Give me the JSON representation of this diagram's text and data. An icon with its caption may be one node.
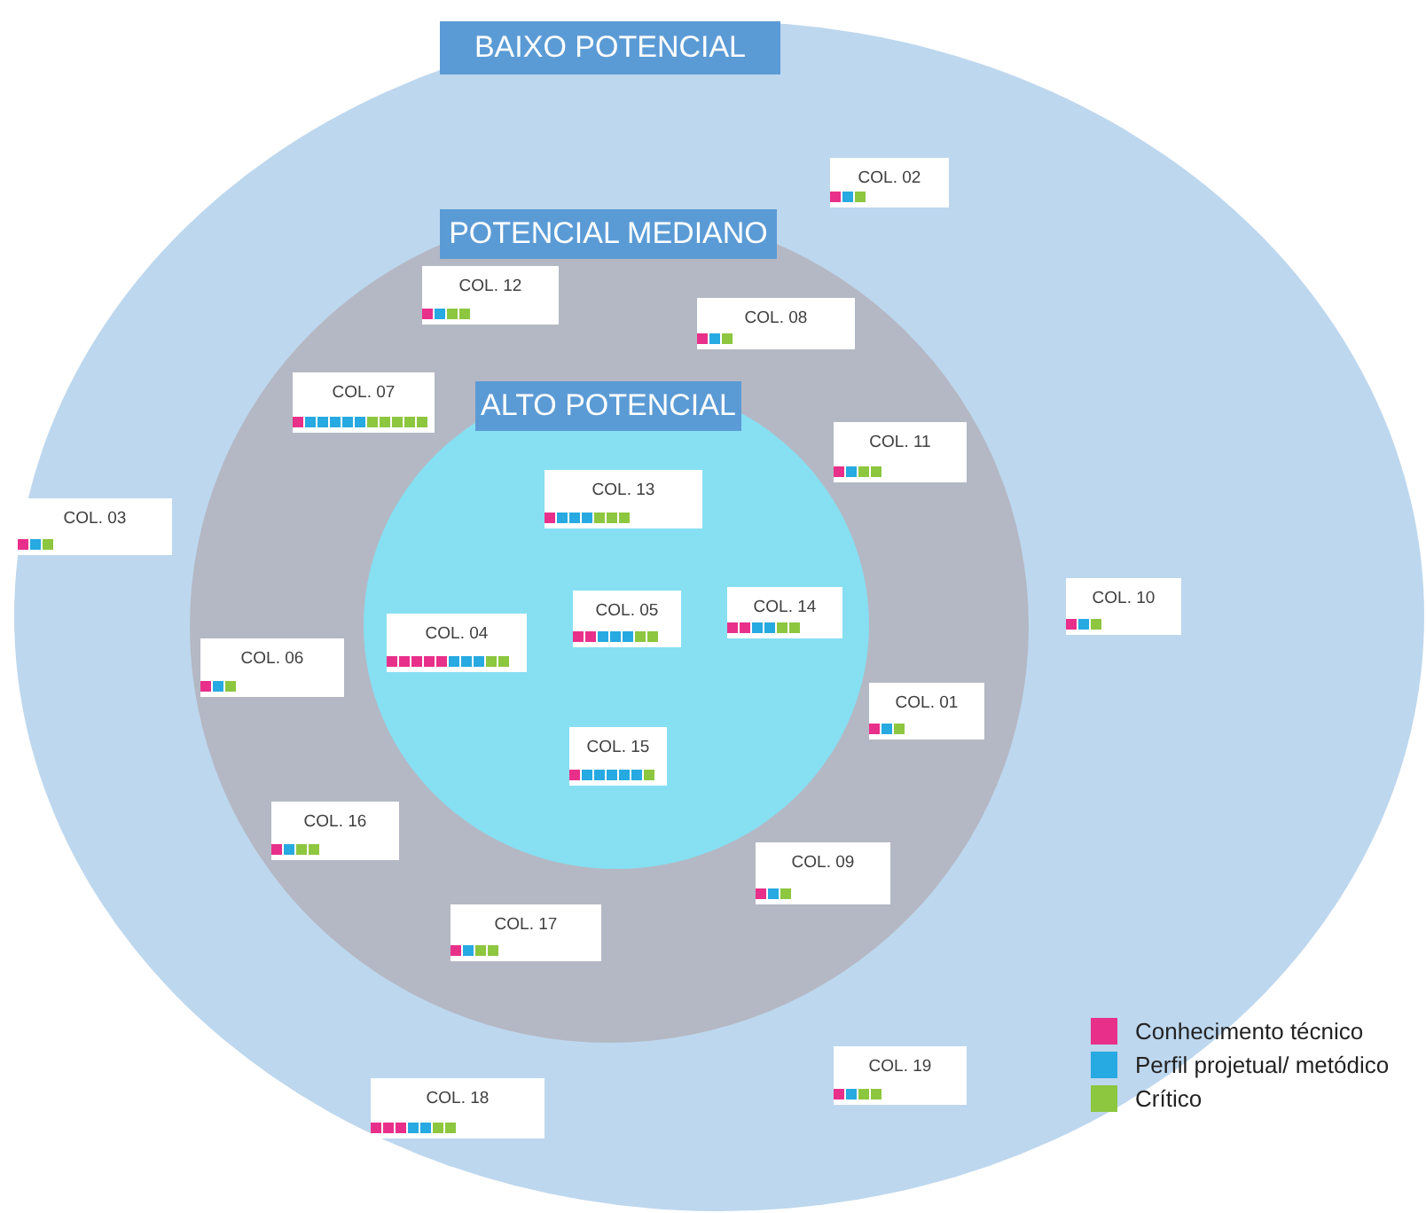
{
  "diagram": {
    "nodes": [
      {
        "text": [
          "BAIXO POTENCIAL"
        ]
      },
      {
        "text": [
          "POTENCIAL MEDIANO"
        ],
        "in": 0
      },
      {
        "text": [
          "ALTO POTENCIAL"
        ],
        "in": 1
      },
      {
        "text": [
          "COL. 02"
        ],
        "in": 0
      },
      {
        "text": [
          "COL. 12"
        ],
        "in": 1
      },
      {
        "text": [
          "COL. 08"
        ],
        "in": 1
      },
      {
        "text": [
          "COL. 07"
        ],
        "in": 1
      },
      {
        "text": [
          "COL. 11"
        ],
        "in": 1
      },
      {
        "text": [
          "COL. 13"
        ],
        "in": 2
      },
      {
        "text": [
          "COL. 03"
        ],
        "in": 0
      },
      {
        "text": [
          "COL. 10"
        ],
        "in": 0
      },
      {
        "text": [
          "COL. 05"
        ],
        "in": 2
      },
      {
        "text": [
          "COL. 14"
        ],
        "in": 2
      },
      {
        "text": [
          "COL. 04"
        ],
        "in": 2
      },
      {
        "text": [
          "COL. 06"
        ],
        "in": 1
      },
      {
        "text": [
          "COL. 01"
        ],
        "in": 1
      },
      {
        "text": [
          "COL. 15"
        ],
        "in": 2
      },
      {
        "text": [
          "COL. 16"
        ],
        "in": 1
      },
      {
        "text": [
          "COL. 09"
        ],
        "in": 1
      },
      {
        "text": [
          "COL. 17"
        ],
        "in": 1
      },
      {
        "text": [
          "COL. 19"
        ],
        "in": 0
      },
      {
        "text": [
          "COL. 18"
        ],
        "in": 0
      }
    ],
    "legend": [
      {
        "text": "Conhecimento técnico",
        "color": "#e8308a"
      },
      {
        "text": "Perfil projetual/ metódico",
        "color": "#27a9e1"
      },
      {
        "text": "Crítico",
        "color": "#8dc63f"
      }
    ]
  }
}
